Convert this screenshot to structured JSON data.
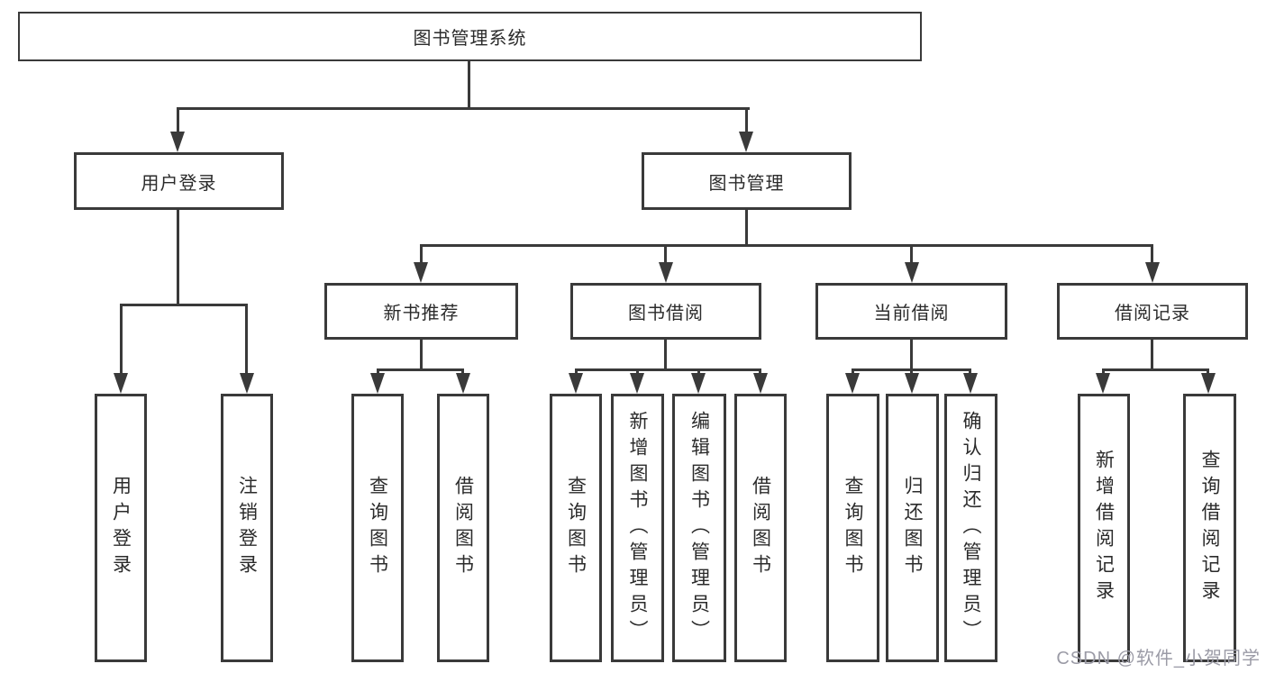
{
  "watermark": "CSDN @软件_小贺同学",
  "colors": {
    "line": "#3a3a3a",
    "text": "#2b2b2b",
    "watermark": "#9b9ba6",
    "background": "#ffffff"
  },
  "tree": {
    "root": {
      "label": "图书管理系统"
    },
    "branches": [
      {
        "label": "用户登录",
        "children": [
          {
            "label": "用户登录"
          },
          {
            "label": "注销登录"
          }
        ]
      },
      {
        "label": "图书管理",
        "groups": [
          {
            "label": "新书推荐",
            "children": [
              {
                "label": "查询图书"
              },
              {
                "label": "借阅图书"
              }
            ]
          },
          {
            "label": "图书借阅",
            "children": [
              {
                "label": "查询图书"
              },
              {
                "label": "新增图书（管理员）"
              },
              {
                "label": "编辑图书（管理员）"
              },
              {
                "label": "借阅图书"
              }
            ]
          },
          {
            "label": "当前借阅",
            "children": [
              {
                "label": "查询图书"
              },
              {
                "label": "归还图书"
              },
              {
                "label": "确认归还（管理员）"
              }
            ]
          },
          {
            "label": "借阅记录",
            "children": [
              {
                "label": "新增借阅记录"
              },
              {
                "label": "查询借阅记录"
              }
            ]
          }
        ]
      }
    ]
  }
}
